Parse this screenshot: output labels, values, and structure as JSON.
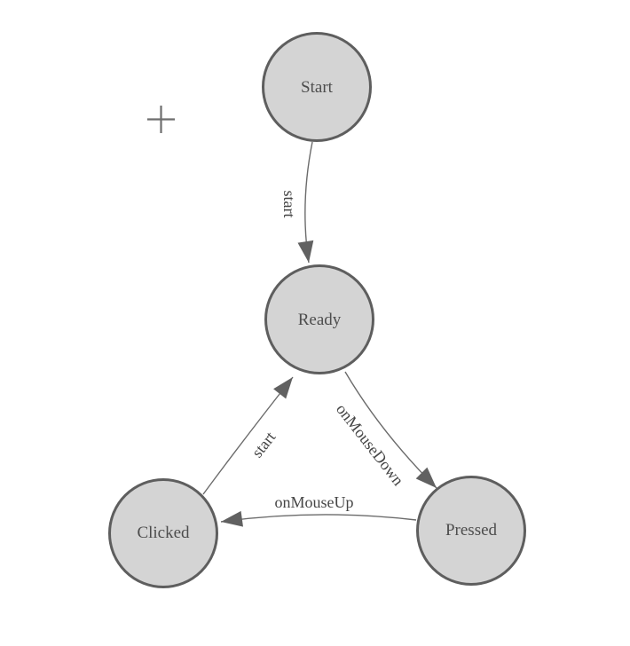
{
  "diagram": {
    "type": "state-machine",
    "nodes": [
      {
        "id": "start",
        "label": "Start"
      },
      {
        "id": "ready",
        "label": "Ready"
      },
      {
        "id": "clicked",
        "label": "Clicked"
      },
      {
        "id": "pressed",
        "label": "Pressed"
      }
    ],
    "transitions": [
      {
        "from": "Start",
        "to": "Ready",
        "label": "start"
      },
      {
        "from": "Ready",
        "to": "Pressed",
        "label": "onMouseDown"
      },
      {
        "from": "Pressed",
        "to": "Clicked",
        "label": "onMouseUp"
      },
      {
        "from": "Clicked",
        "to": "Ready",
        "label": "start"
      }
    ],
    "colors": {
      "background": "#ffffff",
      "node_fill": "#d4d4d4",
      "node_stroke": "#5e5e5e",
      "node_text": "#4d4d4d",
      "edge_stroke": "#6b6b6b",
      "arrow_fill": "#616161",
      "edge_text": "#454545",
      "crosshair": "#6e6e6e"
    }
  }
}
